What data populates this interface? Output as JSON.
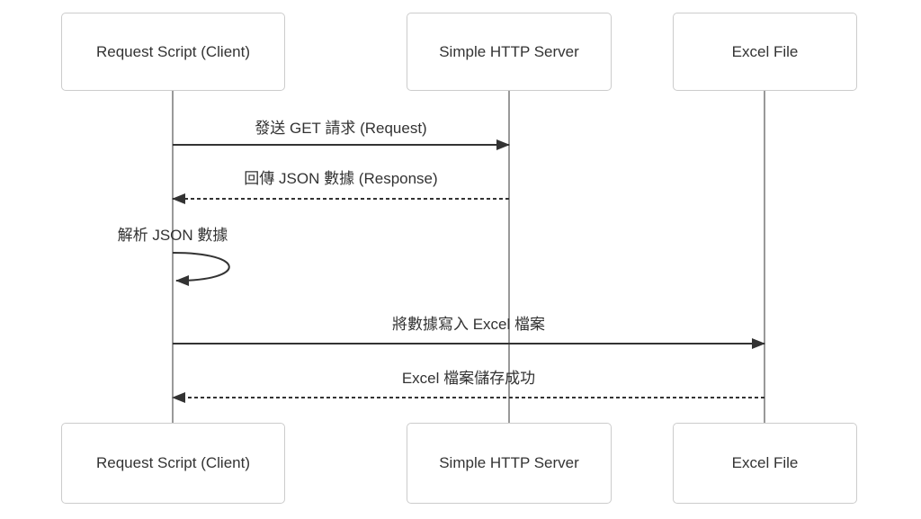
{
  "diagram": {
    "type": "sequence-diagram",
    "participants": [
      {
        "id": "client",
        "name": "Request Script (Client)"
      },
      {
        "id": "server",
        "name": "Simple HTTP Server"
      },
      {
        "id": "excel",
        "name": "Excel File"
      }
    ],
    "messages": [
      {
        "from": "client",
        "to": "server",
        "label": "發送 GET 請求 (Request)",
        "line": "solid",
        "direction": "right"
      },
      {
        "from": "server",
        "to": "client",
        "label": "回傳 JSON 數據 (Response)",
        "line": "dashed",
        "direction": "left"
      },
      {
        "from": "client",
        "to": "client",
        "label": "解析 JSON 數據",
        "line": "solid",
        "direction": "self-loop"
      },
      {
        "from": "client",
        "to": "excel",
        "label": "將數據寫入 Excel 檔案",
        "line": "solid",
        "direction": "right"
      },
      {
        "from": "excel",
        "to": "client",
        "label": "Excel 檔案儲存成功",
        "line": "dashed",
        "direction": "left"
      }
    ],
    "colors": {
      "background": "#ffffff",
      "box_fill": "#ffffff",
      "box_border": "#cccccc",
      "lifeline": "#999999",
      "arrow": "#333333",
      "text": "#333333"
    }
  }
}
